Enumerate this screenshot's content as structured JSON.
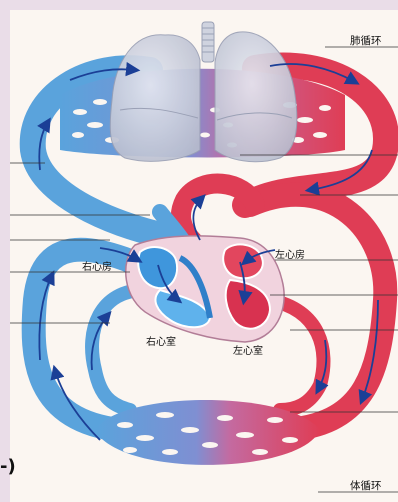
{
  "labels": {
    "pulmonary_circulation": "肺循环",
    "systemic_circulation": "体循环",
    "right_atrium": "右心房",
    "left_atrium": "左心房",
    "right_ventricle": "右心室",
    "left_ventricle": "左心室",
    "corner_mark": "-)"
  },
  "colors": {
    "background": "#eadde8",
    "paper": "#fbf6f1",
    "venous_blue": "#5aa3dc",
    "arterial_red": "#df3d55",
    "lung_gray": "#c9ccd9",
    "arrow": "#1b3f96"
  }
}
